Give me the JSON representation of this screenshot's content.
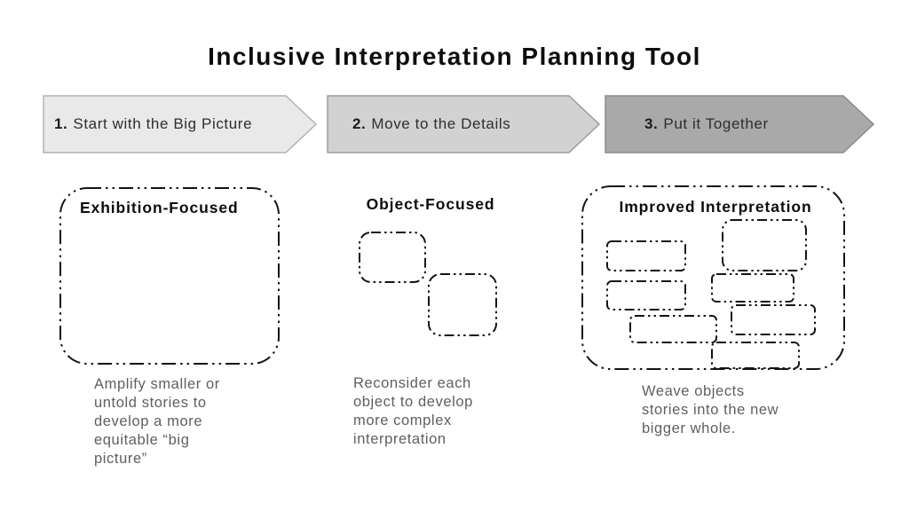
{
  "title": "Inclusive Interpretation Planning Tool",
  "steps": [
    {
      "number": "1.",
      "label": "Start with the Big Picture",
      "fill": "#e9e9e9"
    },
    {
      "number": "2.",
      "label": "Move to the Details",
      "fill": "#d2d2d2"
    },
    {
      "number": "3.",
      "label": "Put it Together",
      "fill": "#a9a9a9"
    }
  ],
  "columns": [
    {
      "heading": "Exhibition-Focused",
      "caption": "Amplify smaller or\nuntold stories to\ndevelop a more\nequitable “big\npicture”"
    },
    {
      "heading": "Object-Focused",
      "caption": "Reconsider each\nobject to develop\nmore complex\ninterpretation"
    },
    {
      "heading": "Improved Interpretation",
      "caption": "Weave objects\nstories into the new\nbigger whole."
    }
  ],
  "colors": {
    "heading_text": "#0d0d0d",
    "caption_text": "#5f5f5f",
    "dash_stroke": "#141414"
  }
}
